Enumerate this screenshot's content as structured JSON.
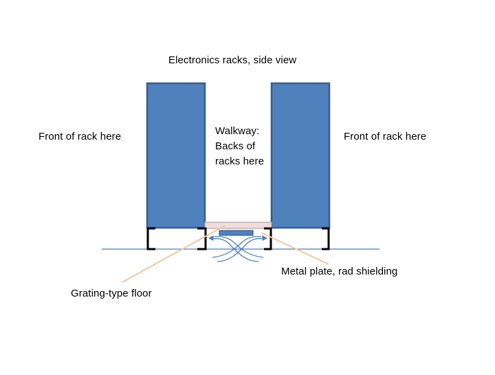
{
  "diagram": {
    "title": "Electronics racks, side view",
    "labels": {
      "front_left": "Front of rack here",
      "front_right": "Front of rack here",
      "walkway_lines": [
        "Walkway:",
        "Backs of",
        "racks here"
      ],
      "metal_plate": "Metal plate, rad shielding",
      "grating_floor": "Grating-type floor"
    },
    "colors": {
      "rack_fill": "#4f81bd",
      "rack_stroke": "#385d8a",
      "floor_line": "#4a7ebb",
      "plate_fill": "#f2dcdb",
      "shield_fill": "#4f81bd",
      "leader_line": "#f4c79c",
      "airflow": "#4a7ebb",
      "bracket": "#000000"
    }
  }
}
